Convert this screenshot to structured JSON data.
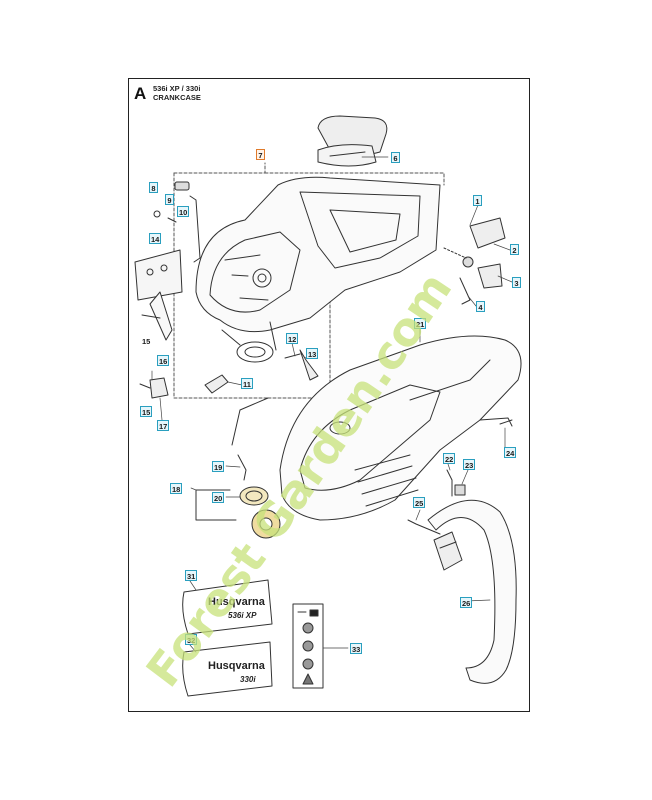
{
  "section": {
    "letter": "A",
    "model": "536i XP / 330i",
    "name": "CRANKCASE"
  },
  "callouts": [
    {
      "id": "c7",
      "label": "7",
      "style": "orange"
    },
    {
      "id": "c6",
      "label": "6",
      "style": "blue"
    },
    {
      "id": "c8",
      "label": "8",
      "style": "blue"
    },
    {
      "id": "c9",
      "label": "9",
      "style": "blue"
    },
    {
      "id": "c10",
      "label": "10",
      "style": "blue"
    },
    {
      "id": "c14",
      "label": "14",
      "style": "blue"
    },
    {
      "id": "c1",
      "label": "1",
      "style": "blue"
    },
    {
      "id": "c2",
      "label": "2",
      "style": "blue"
    },
    {
      "id": "c3",
      "label": "3",
      "style": "blue"
    },
    {
      "id": "c4",
      "label": "4",
      "style": "blue"
    },
    {
      "id": "c15a",
      "label": "15",
      "style": "plain"
    },
    {
      "id": "c16",
      "label": "16",
      "style": "blue"
    },
    {
      "id": "c12",
      "label": "12",
      "style": "blue"
    },
    {
      "id": "c13",
      "label": "13",
      "style": "blue"
    },
    {
      "id": "c11",
      "label": "11",
      "style": "blue"
    },
    {
      "id": "c15b",
      "label": "15",
      "style": "blue"
    },
    {
      "id": "c17",
      "label": "17",
      "style": "blue"
    },
    {
      "id": "c21",
      "label": "21",
      "style": "blue"
    },
    {
      "id": "c24",
      "label": "24",
      "style": "blue"
    },
    {
      "id": "c19",
      "label": "19",
      "style": "blue"
    },
    {
      "id": "c18",
      "label": "18",
      "style": "blue"
    },
    {
      "id": "c20",
      "label": "20",
      "style": "blue"
    },
    {
      "id": "c22",
      "label": "22",
      "style": "blue"
    },
    {
      "id": "c23",
      "label": "23",
      "style": "blue"
    },
    {
      "id": "c25",
      "label": "25",
      "style": "blue"
    },
    {
      "id": "c26",
      "label": "26",
      "style": "blue"
    },
    {
      "id": "c31",
      "label": "31",
      "style": "blue"
    },
    {
      "id": "c32",
      "label": "32",
      "style": "blue"
    },
    {
      "id": "c33",
      "label": "33",
      "style": "blue"
    }
  ],
  "decals": {
    "brand": "Husqvarna",
    "model_top": "536i XP",
    "model_bottom": "330i"
  },
  "watermark": "Forest Garden.com",
  "colors": {
    "callout_border": "#2a9fbf",
    "callout_orange": "#e07a2a",
    "watermark": "#c7e27a"
  }
}
